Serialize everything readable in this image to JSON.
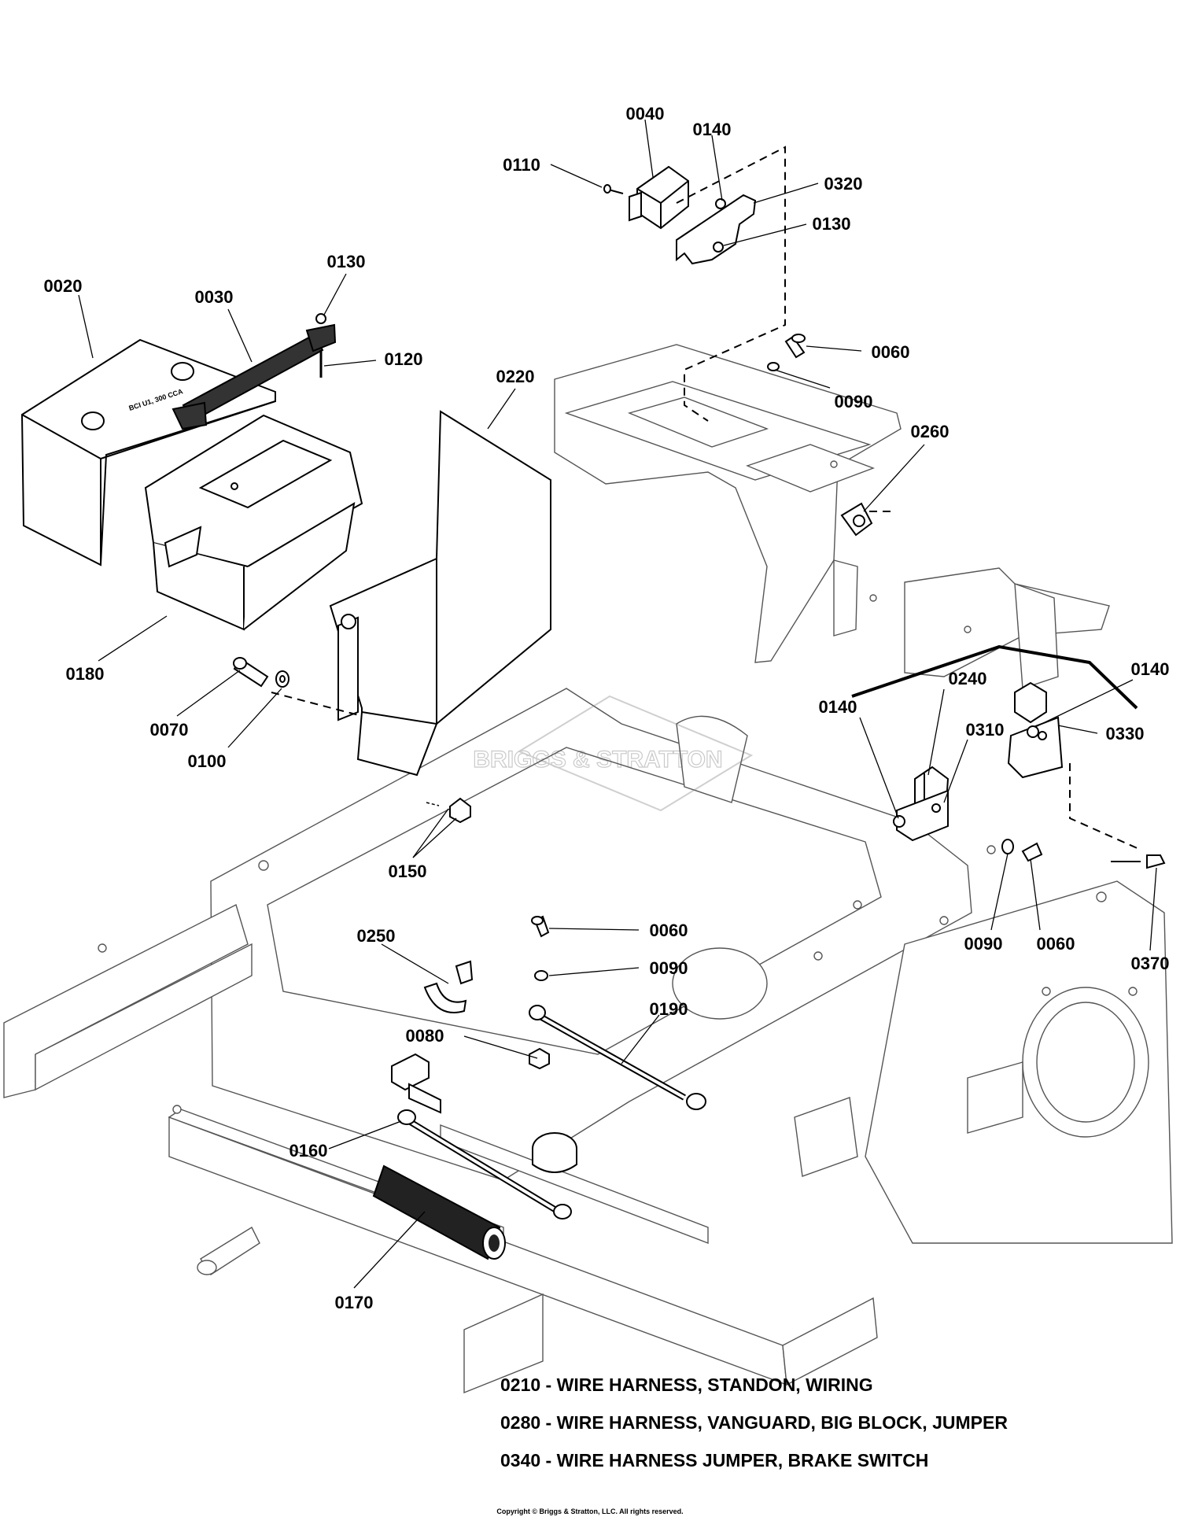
{
  "callouts": [
    {
      "id": "c0040",
      "label": "0040"
    },
    {
      "id": "c0140a",
      "label": "0140"
    },
    {
      "id": "c0110",
      "label": "0110"
    },
    {
      "id": "c0320",
      "label": "0320"
    },
    {
      "id": "c0130a",
      "label": "0130"
    },
    {
      "id": "c0130b",
      "label": "0130"
    },
    {
      "id": "c0020",
      "label": "0020"
    },
    {
      "id": "c0030",
      "label": "0030"
    },
    {
      "id": "c0120",
      "label": "0120"
    },
    {
      "id": "c0220",
      "label": "0220"
    },
    {
      "id": "c0060a",
      "label": "0060"
    },
    {
      "id": "c0090a",
      "label": "0090"
    },
    {
      "id": "c0260",
      "label": "0260"
    },
    {
      "id": "c0180",
      "label": "0180"
    },
    {
      "id": "c0070",
      "label": "0070"
    },
    {
      "id": "c0100",
      "label": "0100"
    },
    {
      "id": "c0240",
      "label": "0240"
    },
    {
      "id": "c0140b",
      "label": "0140"
    },
    {
      "id": "c0140c",
      "label": "0140"
    },
    {
      "id": "c0310",
      "label": "0310"
    },
    {
      "id": "c0330",
      "label": "0330"
    },
    {
      "id": "c0150",
      "label": "0150"
    },
    {
      "id": "c0090b",
      "label": "0090"
    },
    {
      "id": "c0060b",
      "label": "0060"
    },
    {
      "id": "c0370",
      "label": "0370"
    },
    {
      "id": "c0250",
      "label": "0250"
    },
    {
      "id": "c0060c",
      "label": "0060"
    },
    {
      "id": "c0090c",
      "label": "0090"
    },
    {
      "id": "c0190",
      "label": "0190"
    },
    {
      "id": "c0080",
      "label": "0080"
    },
    {
      "id": "c0160",
      "label": "0160"
    },
    {
      "id": "c0170",
      "label": "0170"
    }
  ],
  "battery_text": "BCI U1, 300 CCA",
  "watermark": "BRIGGS & STRATTON",
  "notes": [
    "0210 - WIRE HARNESS, STANDON, WIRING",
    "0280 - WIRE HARNESS, VANGUARD, BIG BLOCK, JUMPER",
    "0340 - WIRE HARNESS JUMPER, BRAKE SWITCH"
  ],
  "copyright": "Copyright © Briggs & Stratton, LLC. All rights reserved."
}
